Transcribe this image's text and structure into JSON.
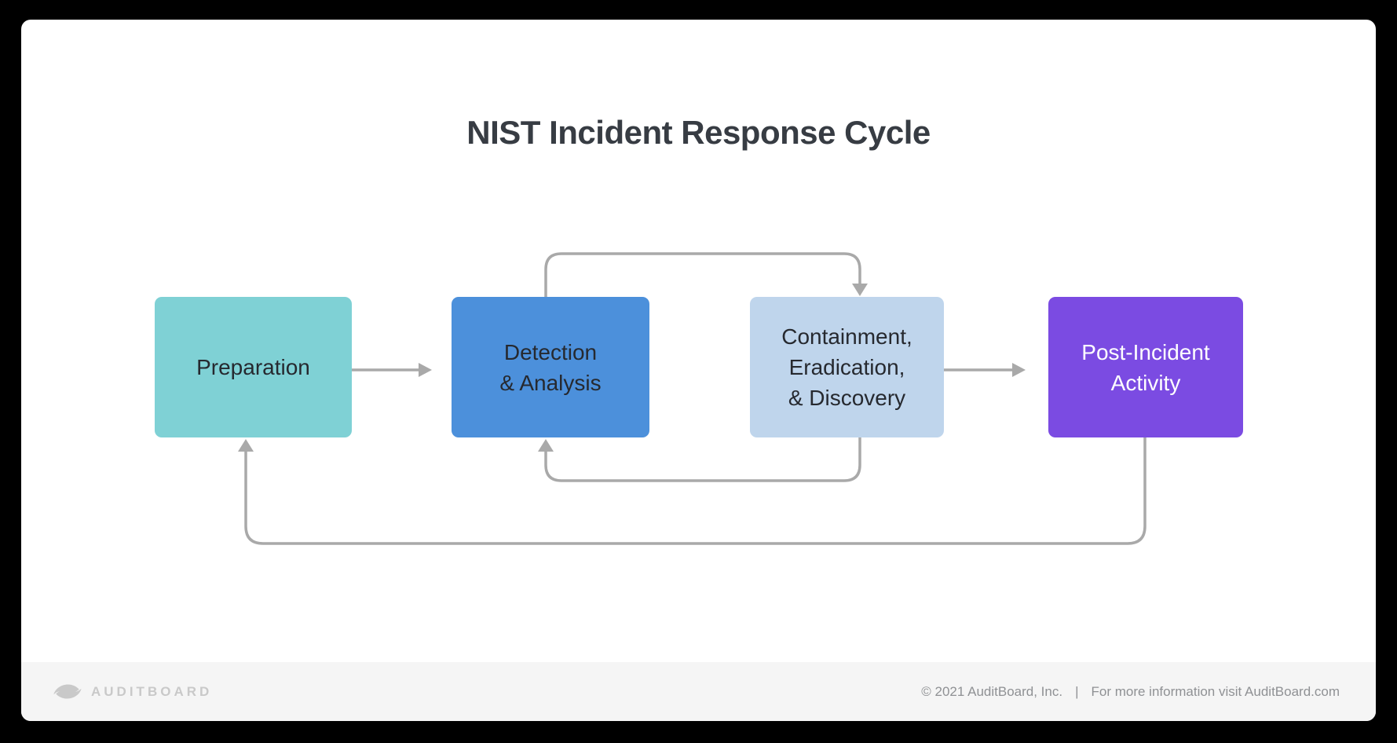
{
  "page": {
    "title": "NIST Incident Response Cycle"
  },
  "diagram": {
    "boxes": [
      {
        "id": "preparation",
        "lines": [
          "Preparation"
        ],
        "fill": "#7fd1d5",
        "text_color": "#26292f"
      },
      {
        "id": "detection-analysis",
        "lines": [
          "Detection",
          "& Analysis"
        ],
        "fill": "#4c90db",
        "text_color": "#26292f"
      },
      {
        "id": "containment-eradication-discovery",
        "lines": [
          "Containment,",
          "Eradication,",
          "& Discovery"
        ],
        "fill": "#bfd5ec",
        "text_color": "#26292f"
      },
      {
        "id": "post-incident-activity",
        "lines": [
          "Post-Incident",
          "Activity"
        ],
        "fill": "#7b4be2",
        "text_color": "#ffffff"
      }
    ],
    "connector_color": "#a9a9a9",
    "edges": [
      "Preparation -> Detection & Analysis",
      "Detection & Analysis -> Containment, Eradication, & Discovery",
      "Containment, Eradication, & Discovery -> Detection & Analysis",
      "Containment, Eradication, & Discovery -> Post-Incident Activity",
      "Post-Incident Activity -> Preparation"
    ]
  },
  "footer": {
    "brand": "AUDITBOARD",
    "copyright": "© 2021 AuditBoard, Inc.",
    "divider": "|",
    "info": "For more information visit AuditBoard.com"
  }
}
